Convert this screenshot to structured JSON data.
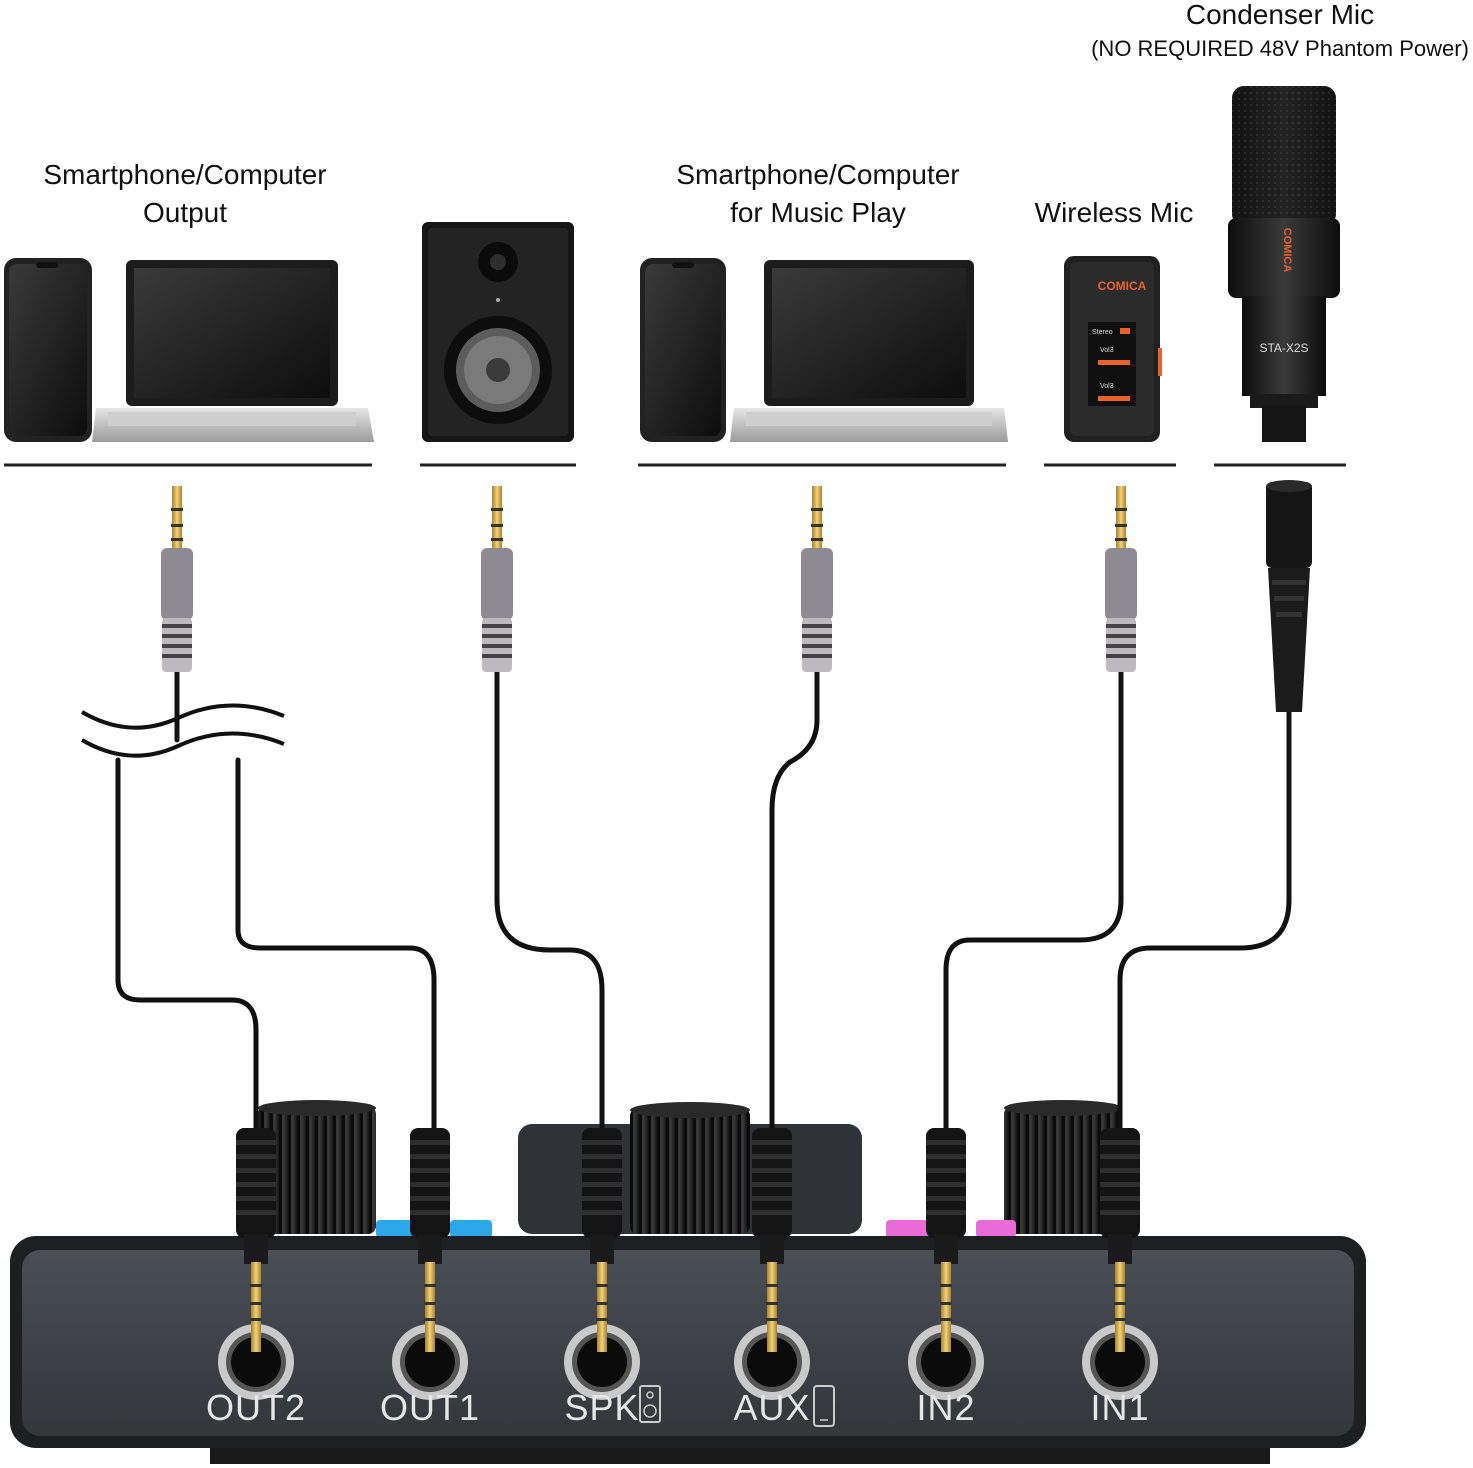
{
  "devices": [
    {
      "id": "out",
      "label_line1": "Smartphone/Computer",
      "label_line2": "Output"
    },
    {
      "id": "speaker",
      "label_line1": "",
      "label_line2": ""
    },
    {
      "id": "music",
      "label_line1": "Smartphone/Computer",
      "label_line2": "for Music Play"
    },
    {
      "id": "wireless",
      "label_line1": "Wireless Mic",
      "label_line2": ""
    },
    {
      "id": "condenser",
      "label_line1": "Condenser Mic",
      "label_line2": "(NO REQUIRED 48V Phantom Power)"
    }
  ],
  "mic_model": "STA-X2S",
  "brand": "COMICA",
  "rx_screen": {
    "line1": "Stereo",
    "line2": "Vol3",
    "line3": "Vol3"
  },
  "ports": [
    "OUT2",
    "OUT1",
    "SPK",
    "AUX",
    "IN2",
    "IN1"
  ],
  "colors": {
    "body": "#3d4147",
    "cable": "#111111",
    "gold": "#d9b24a",
    "pink": "#e96bd8",
    "blue": "#2aa7e8"
  }
}
